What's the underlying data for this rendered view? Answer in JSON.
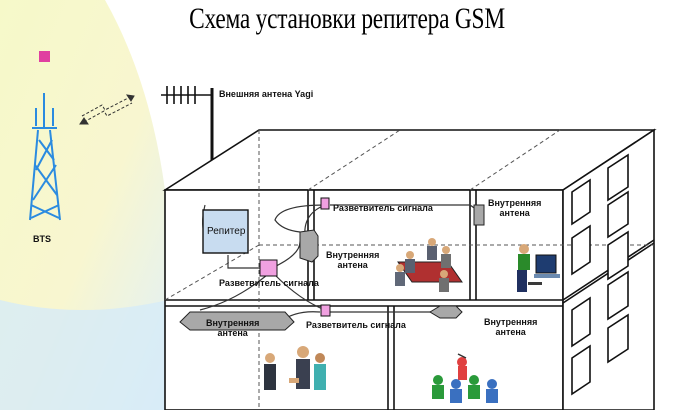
{
  "title": "Схема установки репитера GSM",
  "labels": {
    "bts": "BTS",
    "yagi": "Внешняя антена Yagi",
    "repeater": "Репитер",
    "splitter_top": "Разветвитель сигнала",
    "splitter_left": "Разветвитель сигнала",
    "splitter_bottom": "Разветвитель сигнала",
    "indoor_center_1": "Внутренняя",
    "indoor_center_2": "антена",
    "indoor_top_right_1": "Внутренняя",
    "indoor_top_right_2": "антена",
    "indoor_bottom_left_1": "Внутренняя",
    "indoor_bottom_left_2": "антена",
    "indoor_bottom_right_1": "Внутренняя",
    "indoor_bottom_right_2": "антена"
  },
  "colors": {
    "tower": "#2b8be0",
    "tower_top": "#e040a0",
    "repeater_box": "#c8dcf0",
    "splitter": "#f0a0e0",
    "sky_yellow": "#fbf6c8",
    "sky_blue": "#d8ecf8"
  }
}
